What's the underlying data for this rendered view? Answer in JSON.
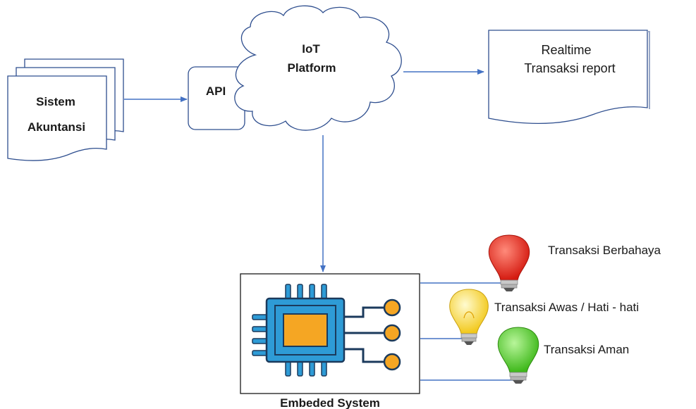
{
  "sistem": {
    "line1": "Sistem",
    "line2": "Akuntansi"
  },
  "api": {
    "label": "API"
  },
  "iot": {
    "line1": "IoT",
    "line2": "Platform"
  },
  "report": {
    "line1": "Realtime",
    "line2": "Transaksi report"
  },
  "embedded": {
    "label": "Embeded System"
  },
  "indicators": [
    {
      "label": "Transaksi Berbahaya",
      "color": "#e8231c"
    },
    {
      "label": "Transaksi Awas / Hati - hati",
      "color": "#ffe54a"
    },
    {
      "label": "Transaksi Aman",
      "color": "#5bd12e"
    }
  ],
  "colors": {
    "line": "#4472c4",
    "shape_stroke": "#2f4f8f",
    "chip_body": "#2e9bd6",
    "chip_core": "#f5a623",
    "chip_frame": "#1b3a5c"
  }
}
